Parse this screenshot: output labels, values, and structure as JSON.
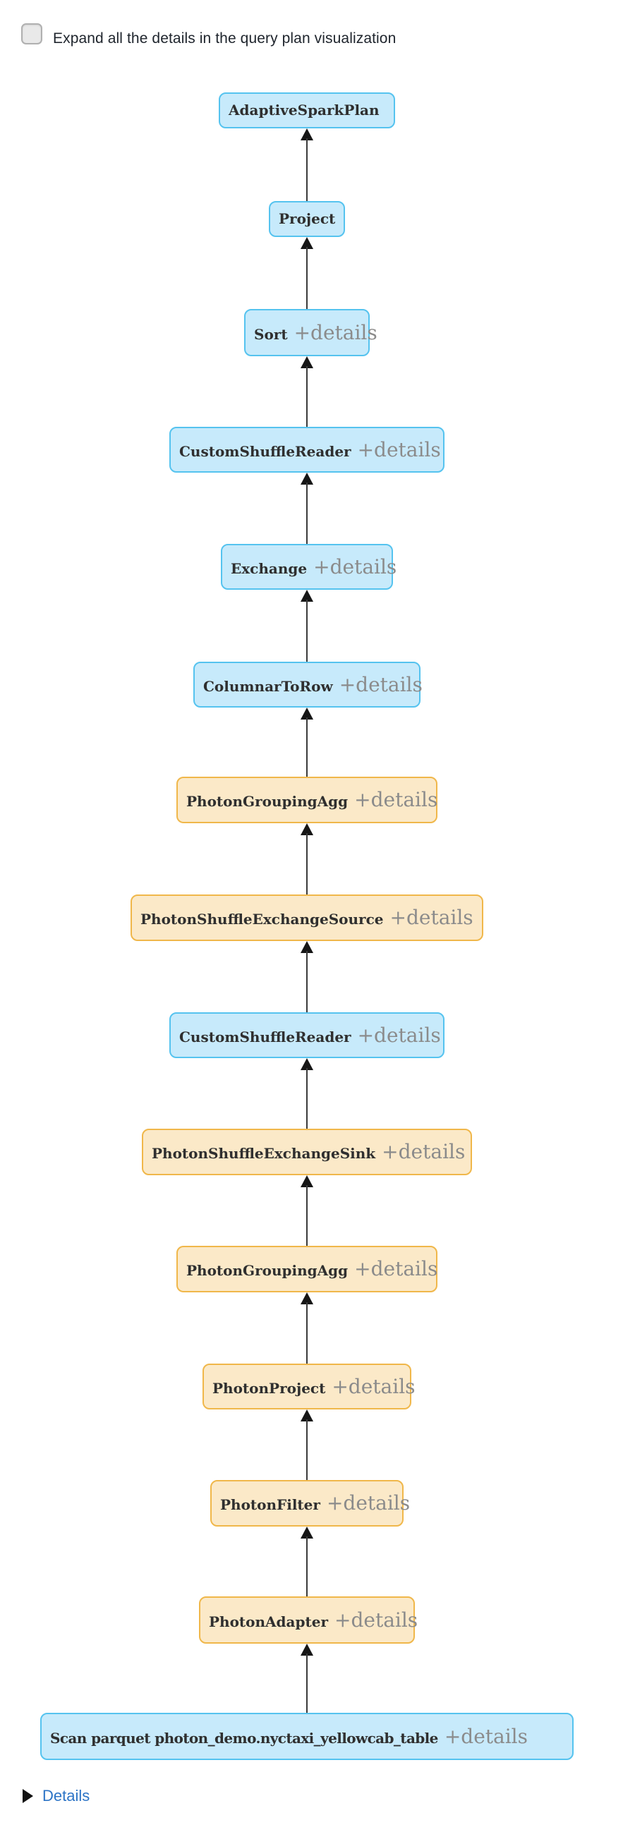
{
  "header": {
    "checkbox_checked": false,
    "label": "Expand all the details in the query plan visualization"
  },
  "plan": {
    "flow_direction": "bottom-to-top",
    "details_suffix": "+details",
    "nodes": [
      {
        "name": "AdaptiveSparkPlan",
        "details": "",
        "variant": "spark"
      },
      {
        "name": "Project",
        "details": "",
        "variant": "spark"
      },
      {
        "name": "Sort",
        "details": "+details",
        "variant": "spark"
      },
      {
        "name": "CustomShuffleReader",
        "details": "+details",
        "variant": "spark"
      },
      {
        "name": "Exchange",
        "details": "+details",
        "variant": "spark"
      },
      {
        "name": "ColumnarToRow",
        "details": "+details",
        "variant": "spark"
      },
      {
        "name": "PhotonGroupingAgg",
        "details": "+details",
        "variant": "photon"
      },
      {
        "name": "PhotonShuffleExchangeSource",
        "details": "+details",
        "variant": "photon"
      },
      {
        "name": "CustomShuffleReader",
        "details": "+details",
        "variant": "spark"
      },
      {
        "name": "PhotonShuffleExchangeSink",
        "details": "+details",
        "variant": "photon"
      },
      {
        "name": "PhotonGroupingAgg",
        "details": "+details",
        "variant": "photon"
      },
      {
        "name": "PhotonProject",
        "details": "+details",
        "variant": "photon"
      },
      {
        "name": "PhotonFilter",
        "details": "+details",
        "variant": "photon"
      },
      {
        "name": "PhotonAdapter",
        "details": "+details",
        "variant": "photon"
      },
      {
        "name": "Scan parquet photon_demo.nyctaxi_yellowcab_table",
        "details": "+details",
        "variant": "spark"
      }
    ]
  },
  "footer": {
    "details_label": "Details"
  },
  "colors": {
    "spark_node_fill": "#C7EAFB",
    "spark_node_border": "#55C3EF",
    "photon_node_fill": "#FBE9C8",
    "photon_node_border": "#F0B74A",
    "node_text": "#2F2F2F",
    "details_text": "#8B8B8B",
    "edge": "#3A3A3A",
    "arrowhead": "#161616",
    "link": "#2C74C6",
    "title_text": "#20262E",
    "checkbox_fill": "#E9E9E9",
    "checkbox_border": "#B0B0B0"
  }
}
